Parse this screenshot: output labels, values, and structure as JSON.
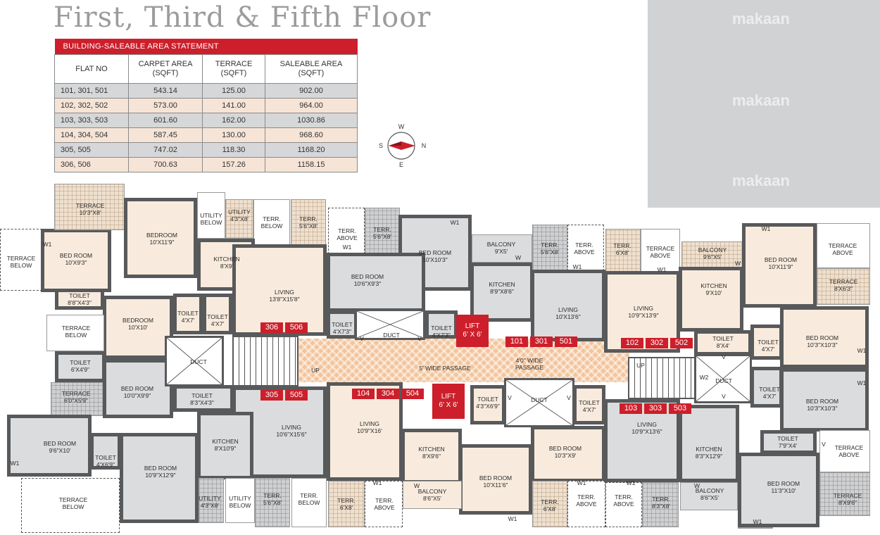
{
  "title": "First, Third & Fifth Floor",
  "statement": {
    "heading": "BUILDING-SALEABLE AREA STATEMENT",
    "columns": [
      "FLAT NO",
      "CARPET AREA (SQFT)",
      "TERRACE (SQFT)",
      "SALEABLE AREA (SQFT)"
    ],
    "rows": [
      [
        "101, 301, 501",
        "543.14",
        "125.00",
        "902.00"
      ],
      [
        "102, 302, 502",
        "573.00",
        "141.00",
        "964.00"
      ],
      [
        "103, 303, 503",
        "601.60",
        "162.00",
        "1030.86"
      ],
      [
        "104, 304, 504",
        "587.45",
        "130.00",
        "968.60"
      ],
      [
        "305, 505",
        "747.02",
        "118.30",
        "1168.20"
      ],
      [
        "306, 506",
        "700.63",
        "157.26",
        "1158.15"
      ]
    ]
  },
  "compass": {
    "w": "W",
    "s": "S",
    "n": "N",
    "e": "E"
  },
  "watermark": "makaan",
  "labels": {
    "terrace_1": "TERRACE\n10'3\"X8'",
    "terrace_below_1": "TERRACE\nBELOW",
    "bed_room_1": "BED ROOM\n10'X9'3\"",
    "bedroom_1": "BEDROOM\n10'X11'9\"",
    "utility_below_1": "UTILITY\nBELOW",
    "utility_1": "UTILITY\n4'3\"X8'",
    "terr_below_1": "TERR.\nBELOW",
    "terr_1": "TERR.\n5'6\"X8'",
    "kitchen_1": "KITCHEN\n8'X9'",
    "living_1": "LIVING\n13'8\"X15'8\"",
    "toilet_1": "TOILET\n8'8\"X4'3\"",
    "bedroom_2": "BEDROOM\n10'X10'",
    "toilet_2": "TOILET\n4'X7'",
    "toilet_3": "TOILET\n4'X7'",
    "terrace_below_2": "TERRACE\nBELOW",
    "toilet_4": "TOILET\n6'X4'9\"",
    "duct_1": "DUCT",
    "terrace_2": "TERRACE\n6'0\"X5'9\"",
    "bed_room_2": "BED ROOM\n10'0\"X9'9\"",
    "toilet_5": "TOILET\n8'3\"X4'3\"",
    "living_2": "LIVING\n10'6\"X15'6\"",
    "bed_room_3": "BED ROOM\n9'6\"X10'",
    "toilet_6": "TOILET\n4'X6'9\"",
    "bed_room_4": "BED ROOM\n10'9\"X12'9\"",
    "kitchen_2": "KITCHEN\n8'X10'9\"",
    "terrace_below_3": "TERRACE\nBELOW",
    "utility_2": "UTILITY\n4'3\"X8'",
    "utility_below_2": "UTILITY\nBELOW",
    "terr_2": "TERR.\n5'6\"X8'",
    "terr_below_2": "TERR.\nBELOW",
    "w1": "W1",
    "w2": "W2",
    "w": "W",
    "v": "V",
    "up": "UP",
    "terr_above_1": "TERR.\nABOVE",
    "terr_3": "TERR.\n5'6\"X8'",
    "bed_room_5": "BED ROOM\n10'X10'3\"",
    "bed_room_6": "BED ROOM\n10'6\"X9'3\"",
    "balcony_1": "BALCONY\n9'X5'",
    "kitchen_3": "KITCHEN\n8'9\"X8'6\"",
    "terr_4": "TERR.\n5'6\"X8'",
    "terr_above_2": "TERR.\nABOVE",
    "living_3": "LIVING\n10'X13'6\"",
    "toilet_7": "TOILET\n4'X7'3\"",
    "duct_2": "DUCT",
    "toilet_8": "TOILET\n4'X7'3\"",
    "lift_1": [
      "LIFT",
      "6' X 6'"
    ],
    "passage_1": "5' WIDE PASSAGE",
    "passage_2": "4'0\" WIDE\nPASSAGE",
    "living_4": "LIVING\n10'9\"X16'",
    "lift_2": [
      "LIFT",
      "6' X 6'"
    ],
    "toilet_9": "TOILET\n4'3\"X6'9\"",
    "duct_3": "DUCT",
    "toilet_10": "TOILET\n4'X7'",
    "kitchen_4": "KITCHEN\n8'X9'6\"",
    "bed_room_7": "BED ROOM\n10'3\"X9'",
    "bed_room_8": "BED ROOM\n10'X11'6\"",
    "terr_5": "TERR.\n6'X8'",
    "terr_above_3": "TERR.\nABOVE",
    "balcony_2": "BALCONY\n8'6\"X5'",
    "terr_6": "TERR.\n6'X8'",
    "terr_above_4": "TERR.\nABOVE",
    "terr_7": "TERR.\n6'X8'",
    "terrace_above_1": "TERRACE\nABOVE",
    "balcony_3": "BALCONY\n9'6\"X5'",
    "bed_room_9": "BED ROOM\n10'X11'9\"",
    "terrace_above_2": "TERRACE\nABOVE",
    "terrace_3": "TERRACE\n8'X6'3\"",
    "living_5": "LIVING\n10'9\"X13'9\"",
    "kitchen_5": "KITCHEN\n9'X10'",
    "toilet_11": "TOILET\n8'X4'",
    "toilet_12": "TOILET\n4'X7'",
    "bed_room_10": "BED ROOM\n10'3\"X10'3\"",
    "duct_4": "DUCT",
    "toilet_13": "TOILET\n4'X7'",
    "bed_room_11": "BED ROOM\n10'3\"X10'3\"",
    "living_6": "LIVING\n10'9\"X13'6\"",
    "kitchen_6": "KITCHEN\n8'3\"X12'9\"",
    "toilet_14": "TOILET\n7'9\"X4'",
    "terrace_above_3": "TERRACE\nABOVE",
    "bed_room_12": "BED ROOM\n11'3\"X10'",
    "terrace_4": "TERRACE\n8'X9'6\"",
    "terr_above_5": "TERR.\nABOVE",
    "terr_8": "TERR.\n8'3\"X8'",
    "balcony_4": "BALCONY\n8'6\"X5'",
    "terr_above_6": "TERR.\nABOVE"
  },
  "badges": {
    "a": [
      "306",
      "506"
    ],
    "b": [
      "305",
      "505"
    ],
    "c": [
      "101",
      "301",
      "501"
    ],
    "d": [
      "104",
      "304",
      "504"
    ],
    "e": [
      "102",
      "302",
      "502"
    ],
    "f": [
      "103",
      "303",
      "503"
    ]
  },
  "colors": {
    "accent_red": "#cd1f2b",
    "wall": "#58595b",
    "beige": "#f8ebdd",
    "grey": "#dbdcde",
    "passage": "#f3c49b"
  }
}
